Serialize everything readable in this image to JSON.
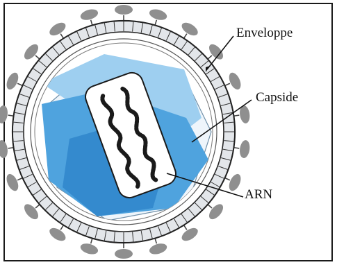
{
  "figure": {
    "labels": {
      "envelope": "Enveloppe",
      "capsid": "Capside",
      "rna": "ARN"
    }
  },
  "colors": {
    "frame": "#1a1a1a",
    "spike": "#8f8f8f",
    "envelope_stroke": "#222222",
    "envelope_fill": "#e3e6ea",
    "capsid_light": "#9ecff0",
    "capsid_mid": "#4fa3de",
    "capsid_dark": "#2b82c8",
    "core_fill": "#ffffff",
    "rna_strand": "#1a1a1a"
  }
}
